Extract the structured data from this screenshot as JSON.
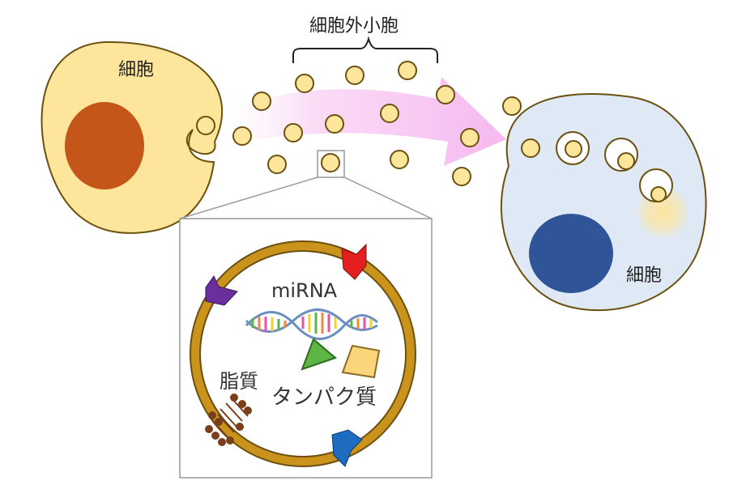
{
  "labels": {
    "extracellular_vesicles": "細胞外小胞",
    "cell_left": "細胞",
    "cell_right": "細胞",
    "mirna": "miRNA",
    "lipid": "脂質",
    "protein": "タンパク質"
  },
  "colors": {
    "cell_left_fill": "#fde59c",
    "nucleus_left": "#c4561a",
    "cell_right_fill": "#dfe9f6",
    "nucleus_right": "#2f5497",
    "vesicle_fill": "#fde59c",
    "outline": "#6b5010",
    "arrow": "#f6b8ef",
    "membrane": "#c9931c",
    "receptor_red": "#e4201e",
    "receptor_purple": "#6a2f9a",
    "receptor_blue": "#1d6cc0",
    "protein_green": "#5db543",
    "protein_yellow": "#fad57a",
    "lipid_brown": "#7a3f1a"
  }
}
